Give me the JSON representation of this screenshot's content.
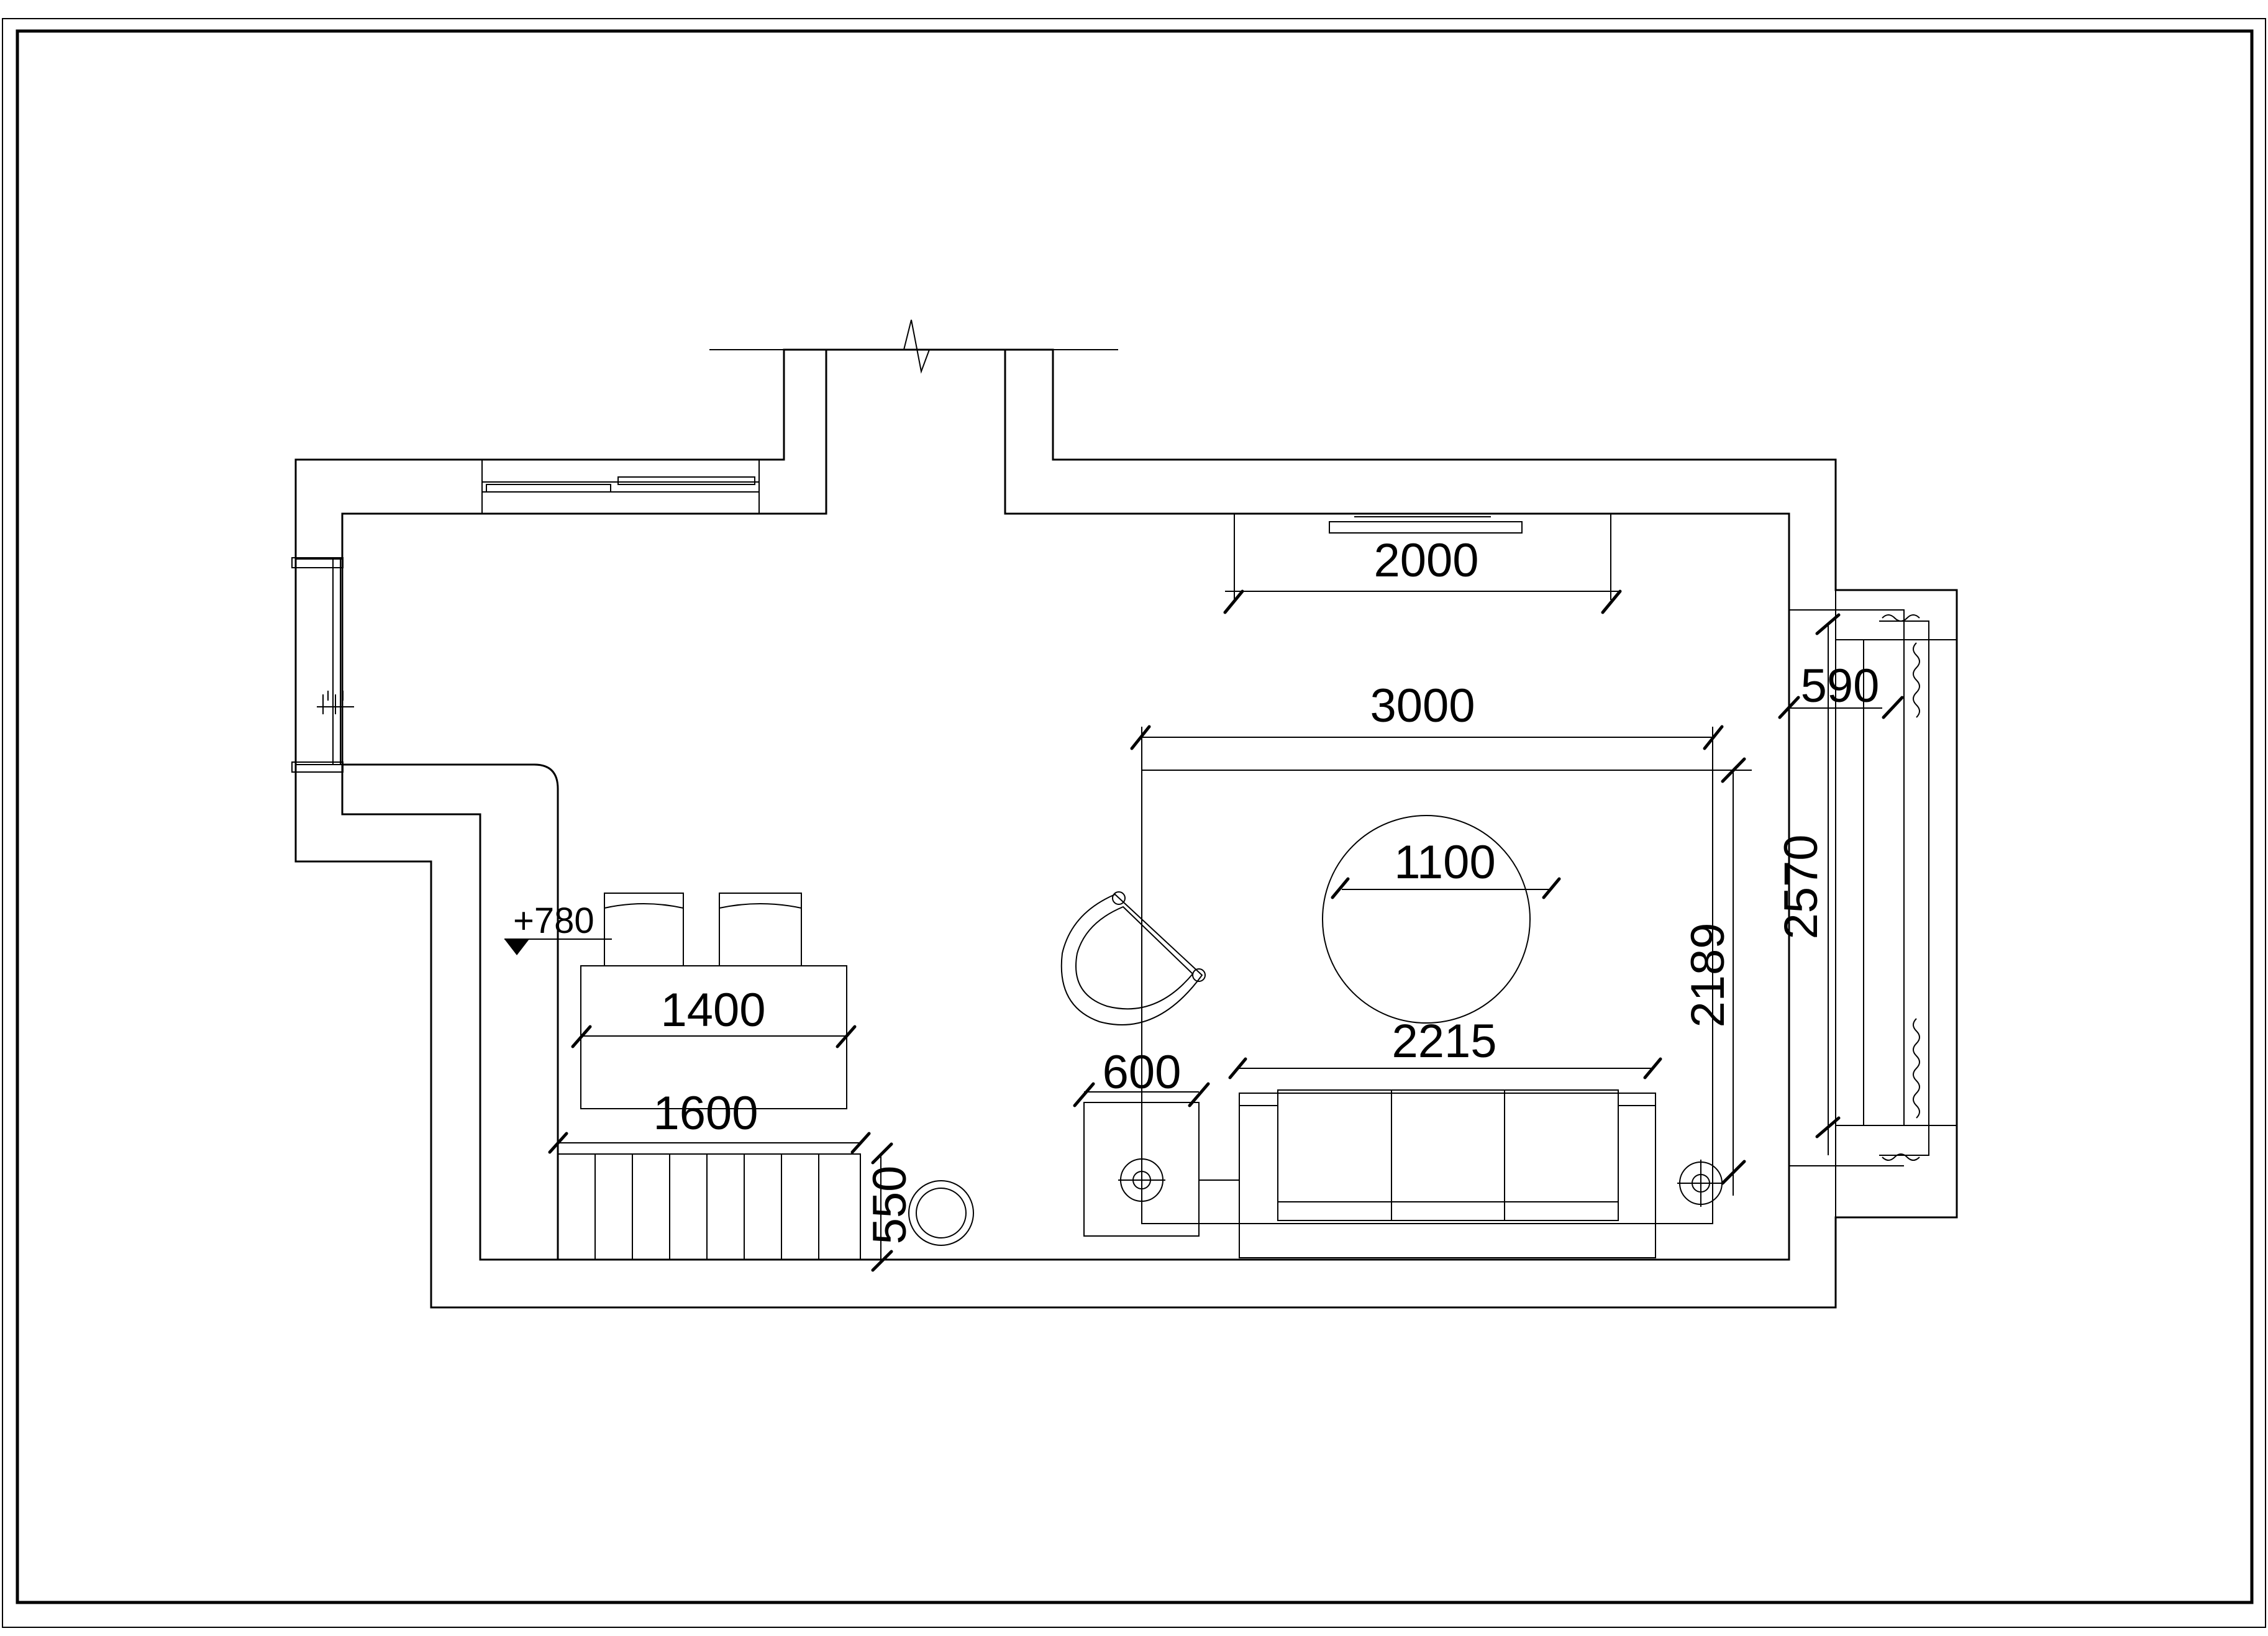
{
  "dimensions": {
    "tv_wall": "2000",
    "rug_width": "3000",
    "rug_depth": "2189",
    "coffee_table": "1100",
    "sofa": "2215",
    "side_table": "600",
    "desk": "1400",
    "cabinet": "1600",
    "cabinet_depth": "550",
    "balcony_depth": "590",
    "balcony_length": "2570"
  },
  "level_mark": "+780",
  "colors": {
    "line": "#000000",
    "background": "#ffffff"
  }
}
